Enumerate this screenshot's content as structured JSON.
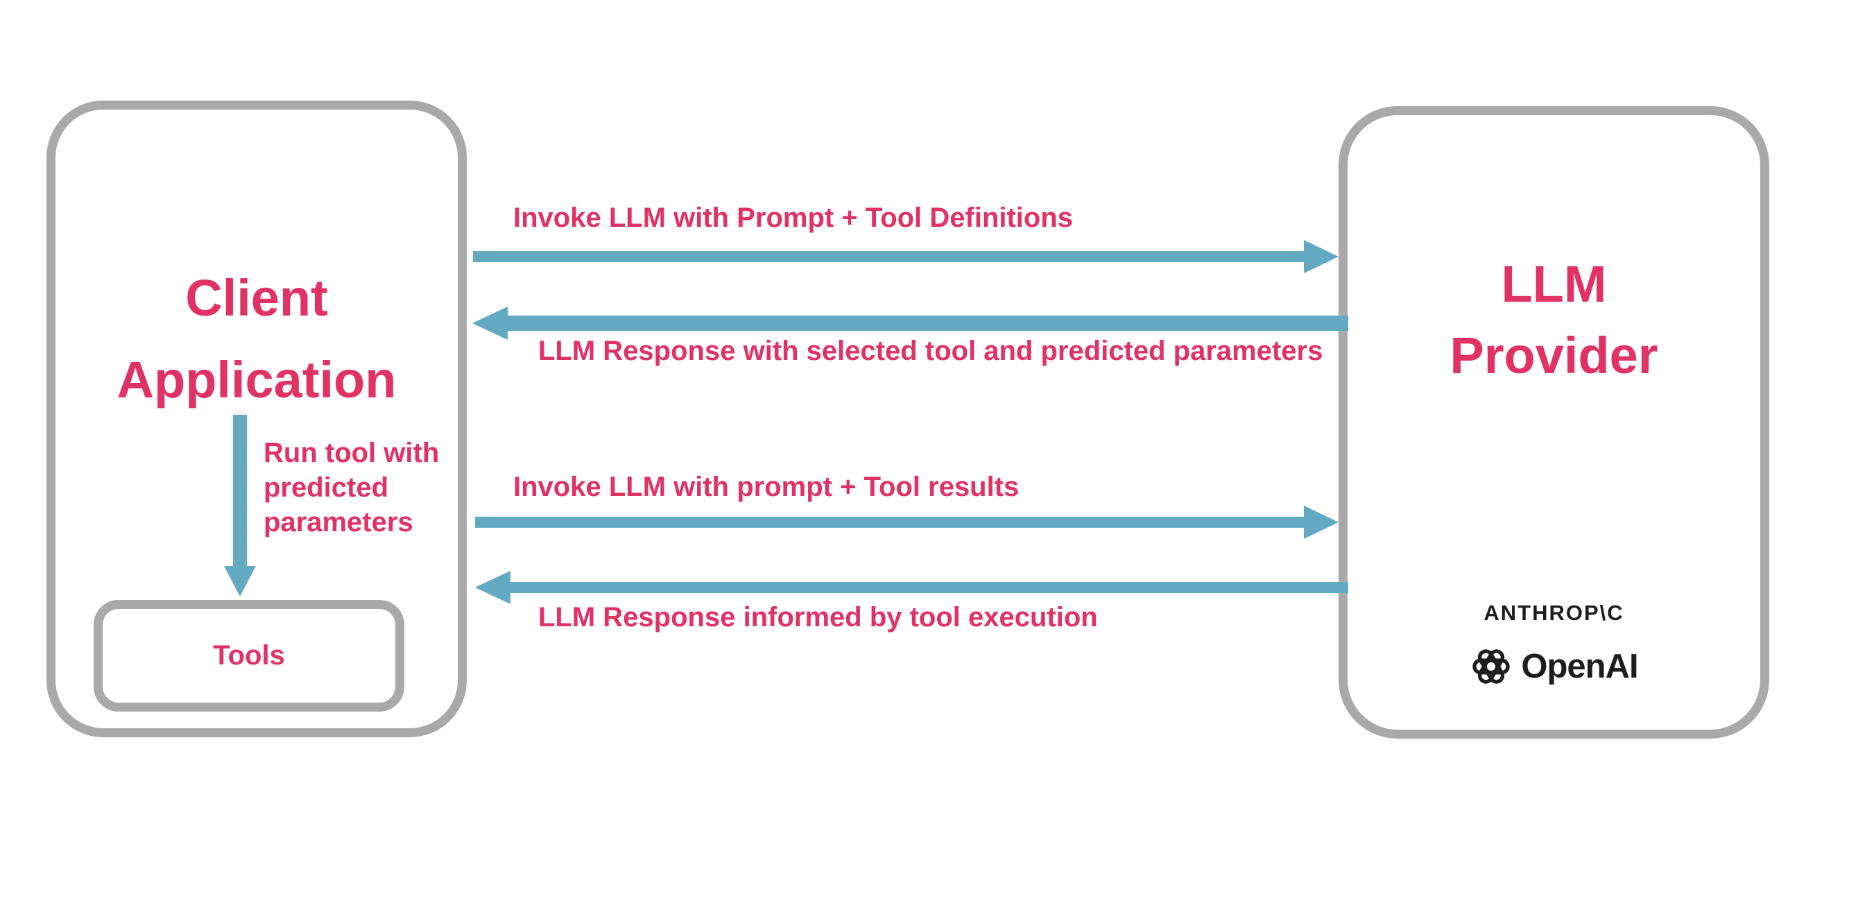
{
  "colors": {
    "accent_pink": "#e03265",
    "arrow_blue": "#63a9c2",
    "box_border_gray": "#a9a9a9",
    "logo_black": "#1d1d1d",
    "background": "#ffffff"
  },
  "client_box": {
    "title": "Client\nApplication",
    "run_tool_arrow_label": "Run tool with\npredicted\nparameters",
    "tools_box": {
      "label": "Tools"
    }
  },
  "provider_box": {
    "title": "LLM\nProvider",
    "logos": [
      {
        "name": "anthropic",
        "text": "ANTHROP\\C"
      },
      {
        "name": "openai",
        "text": "OpenAI",
        "icon": "openai-blossom-icon"
      }
    ]
  },
  "messages": [
    {
      "direction": "right",
      "label": "Invoke LLM with Prompt + Tool Definitions"
    },
    {
      "direction": "left",
      "label": "LLM Response with selected tool and predicted parameters"
    },
    {
      "direction": "right",
      "label": "Invoke LLM with prompt + Tool results"
    },
    {
      "direction": "left",
      "label": "LLM Response informed by tool execution"
    }
  ]
}
